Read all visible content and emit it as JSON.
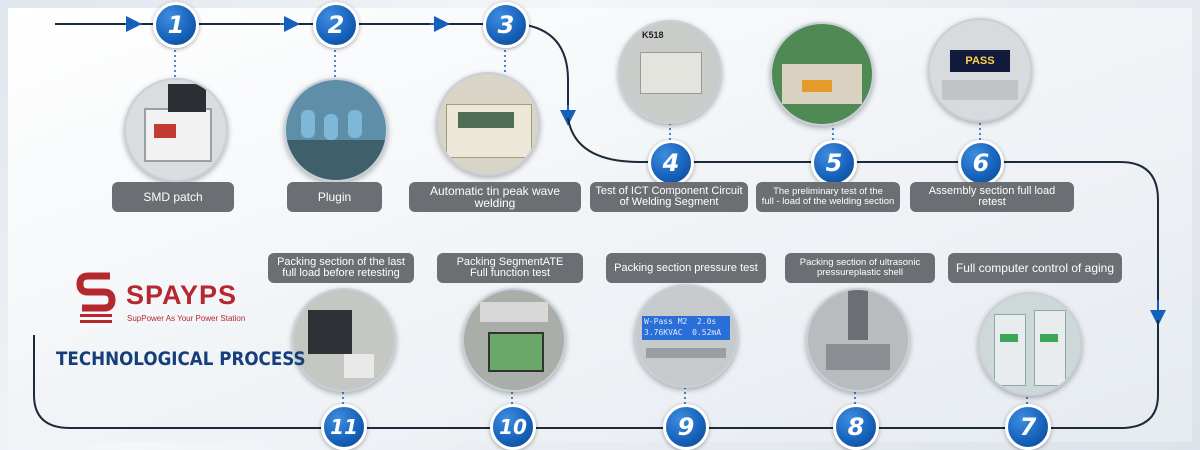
{
  "brand": {
    "name": "SPAYPS",
    "slogan": "SupPower As Your Power Station",
    "section_title": "TECHNOLOGICAL PROCESS",
    "color": "#b5282f"
  },
  "accent_color": "#1560b8",
  "steps": [
    {
      "number": "1",
      "label": "SMD patch",
      "icon": "smd-machine-photo"
    },
    {
      "number": "2",
      "label": "Plugin",
      "icon": "plugin-workers-photo"
    },
    {
      "number": "3",
      "label": "Automatic tin peak wave welding",
      "icon": "wave-welding-machine-photo"
    },
    {
      "number": "4",
      "label": "Test of ICT Component Circuit\nof Welding Segment",
      "icon": "ict-tester-photo"
    },
    {
      "number": "5",
      "label": "The preliminary test of the\nfull - load of the welding section",
      "icon": "load-test-photo"
    },
    {
      "number": "6",
      "label": "Assembly section full load retest",
      "icon": "pass-meter-photo"
    },
    {
      "number": "7",
      "label": "Full computer control of aging",
      "icon": "aging-racks-photo"
    },
    {
      "number": "8",
      "label": "Packing section of ultrasonic\npressureplastic shell",
      "icon": "ultrasonic-press-photo"
    },
    {
      "number": "9",
      "label": "Packing section pressure test",
      "icon": "pressure-tester-photo"
    },
    {
      "number": "10",
      "label": "Packing SegmentATE\nFull function test",
      "icon": "ate-tester-photo"
    },
    {
      "number": "11",
      "label": "Packing section of the last\nfull load before retesting",
      "icon": "final-load-photo"
    }
  ],
  "display_texts": {
    "step9_screen": "W-Pass M2  2.0s\n3.76KVAC  0.52mA",
    "step6_screen": "PASS",
    "step4_sign": "K518"
  }
}
